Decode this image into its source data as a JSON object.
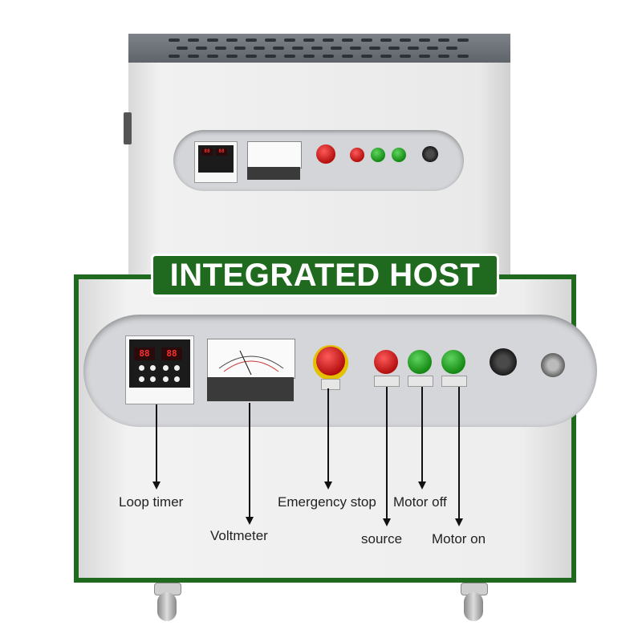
{
  "title": "INTEGRATED HOST",
  "labels": {
    "loop_timer": "Loop timer",
    "voltmeter": "Voltmeter",
    "emergency_stop": "Emergency stop",
    "source": "source",
    "motor_off": "Motor off",
    "motor_on": "Motor on"
  },
  "colors": {
    "badge_green": "#1f6a1f",
    "stop_red": "#c01010",
    "button_green": "#1a9a1a",
    "cabinet_gray": "#ececec"
  }
}
